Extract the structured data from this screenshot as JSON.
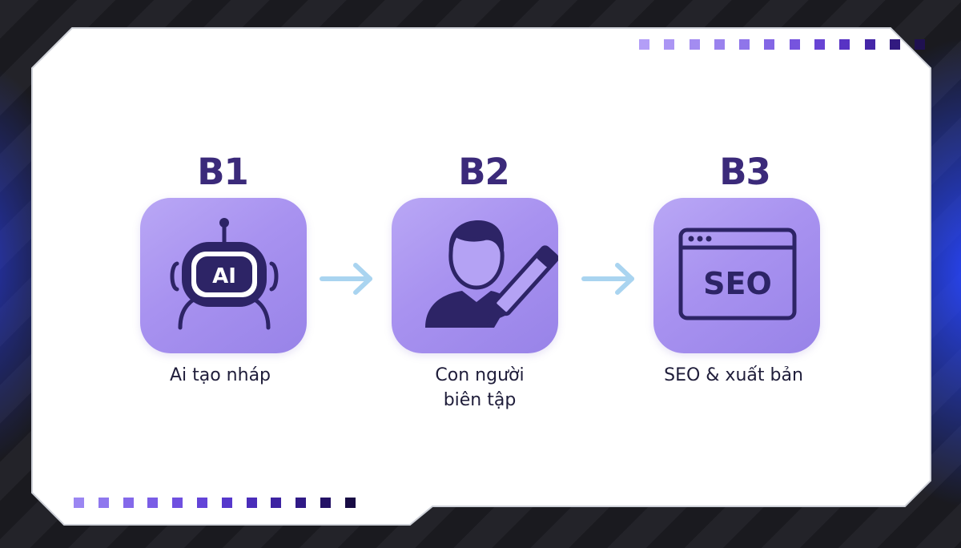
{
  "steps": [
    {
      "label": "B1",
      "caption_lines": [
        "Ai tạo nháp"
      ],
      "icon": "ai-robot-icon",
      "badge_text": "AI"
    },
    {
      "label": "B2",
      "caption_lines": [
        "Con người",
        "biên tập"
      ],
      "icon": "person-editing-icon"
    },
    {
      "label": "B3",
      "caption_lines": [
        "SEO & xuất bản"
      ],
      "icon": "seo-browser-icon",
      "badge_text": "SEO"
    }
  ],
  "colors": {
    "tile": "#a892f0",
    "icon_ink": "#2d2466",
    "step_label": "#3b2a7a",
    "arrow": "#a9d4f0",
    "accent_blue": "#2846ff"
  },
  "decor": {
    "top_squares": [
      "#b39ef7",
      "#ab95f4",
      "#a38cf1",
      "#9a82ee",
      "#8f75ea",
      "#8366e5",
      "#7654de",
      "#6844d4",
      "#5833c4",
      "#4526a8",
      "#321a80",
      "#1f1150"
    ],
    "bottom_squares": [
      "#9b86f2",
      "#8f78ee",
      "#8469ea",
      "#7a5de6",
      "#6f50e0",
      "#6344d8",
      "#5638cc",
      "#4a2dba",
      "#3d23a2",
      "#301a86",
      "#241266",
      "#180c44"
    ]
  }
}
